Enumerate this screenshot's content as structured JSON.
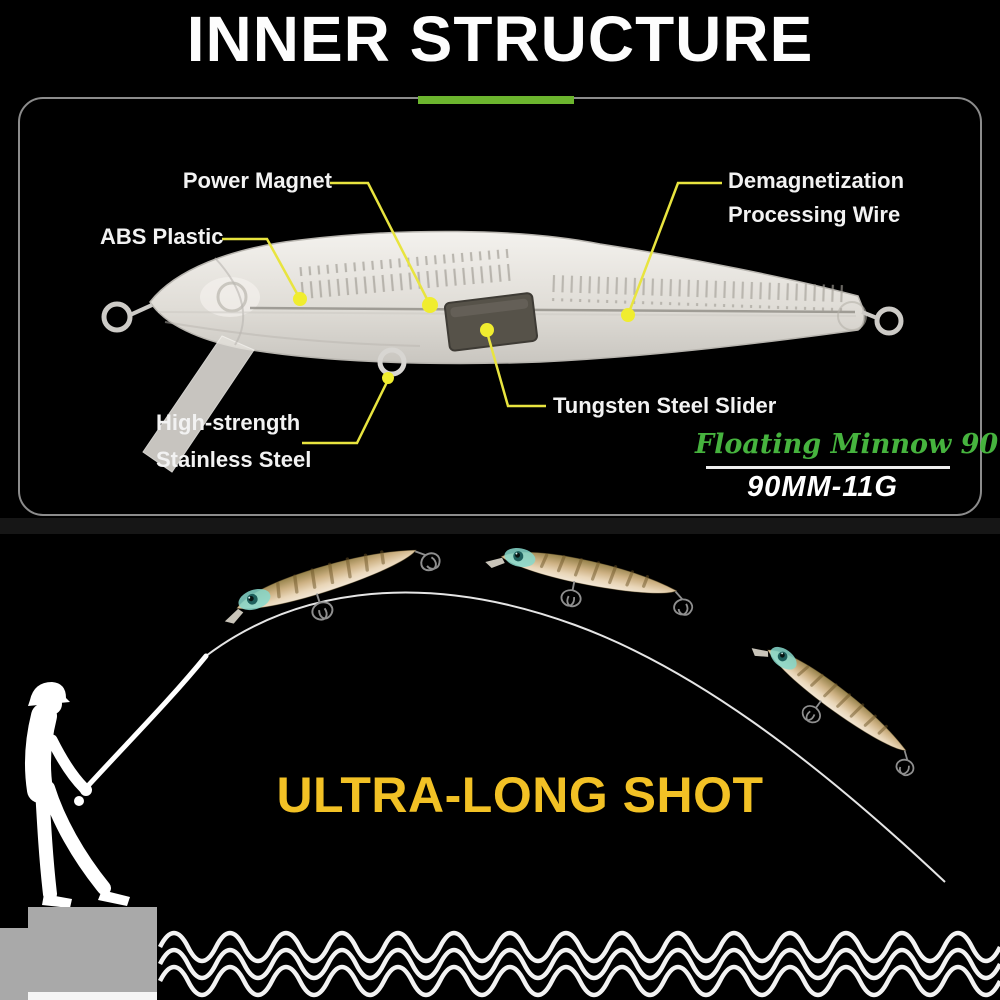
{
  "canvas": {
    "background": "#000000"
  },
  "header": {
    "title": "INNER STRUCTURE",
    "underline_color": "#6cb52e"
  },
  "diagram_panel": {
    "border_color": "#8c8c8c",
    "callout_color": "#e8e43f",
    "labels": {
      "power_magnet": "Power Magnet",
      "abs_plastic": "ABS Plastic",
      "demagnetization": {
        "line1": "Demagnetization",
        "line2": "Processing Wire"
      },
      "tungsten_slider": "Tungsten Steel Slider",
      "stainless": {
        "line1": "High-strength",
        "line2": "Stainless Steel"
      }
    },
    "product": {
      "script_name": "Floating Minnow 90",
      "script_color": "#46b33e",
      "spec": "90MM-11G"
    }
  },
  "cast_section": {
    "headline": "ULTRA-LONG SHOT",
    "headline_color": "#f2c125",
    "lure_count": 3
  }
}
